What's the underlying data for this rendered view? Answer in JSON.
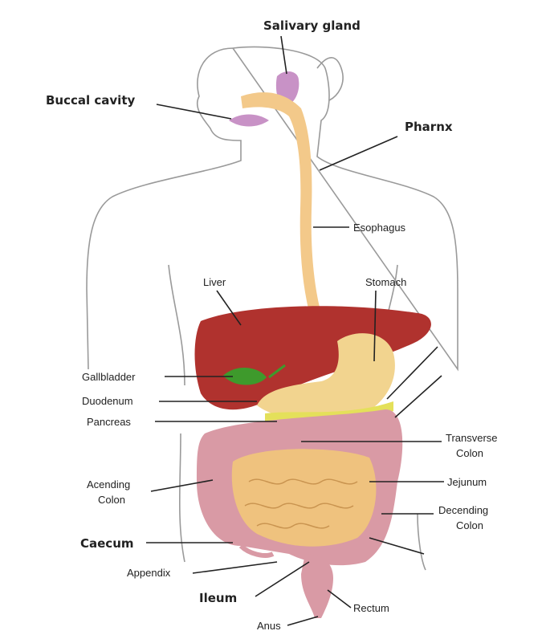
{
  "labels": {
    "salivary_gland": "Salivary gland",
    "buccal_cavity": "Buccal cavity",
    "pharynx": "Pharnx",
    "esophagus": "Esophagus",
    "liver": "Liver",
    "stomach": "Stomach",
    "gallbladder": "Gallbladder",
    "duodenum": "Duodenum",
    "pancreas": "Pancreas",
    "transverse_colon": [
      "Transverse",
      "Colon"
    ],
    "ascending_colon": [
      "Acending",
      "Colon"
    ],
    "jejunum": "Jejunum",
    "descending_colon": [
      "Decending",
      "Colon"
    ],
    "caecum": "Caecum",
    "appendix": "Appendix",
    "ileum": "Ileum",
    "rectum": "Rectum",
    "anus": "Anus"
  },
  "colors": {
    "liver": "#b0322e",
    "esophagus": "#f3c98a",
    "stomach": "#f2d48f",
    "gallbladder": "#3e9a2c",
    "pancreas": "#e4e05a",
    "colon": "#d99aa5",
    "small_intestine": "#efc27e",
    "salivary": "#c892c6"
  }
}
